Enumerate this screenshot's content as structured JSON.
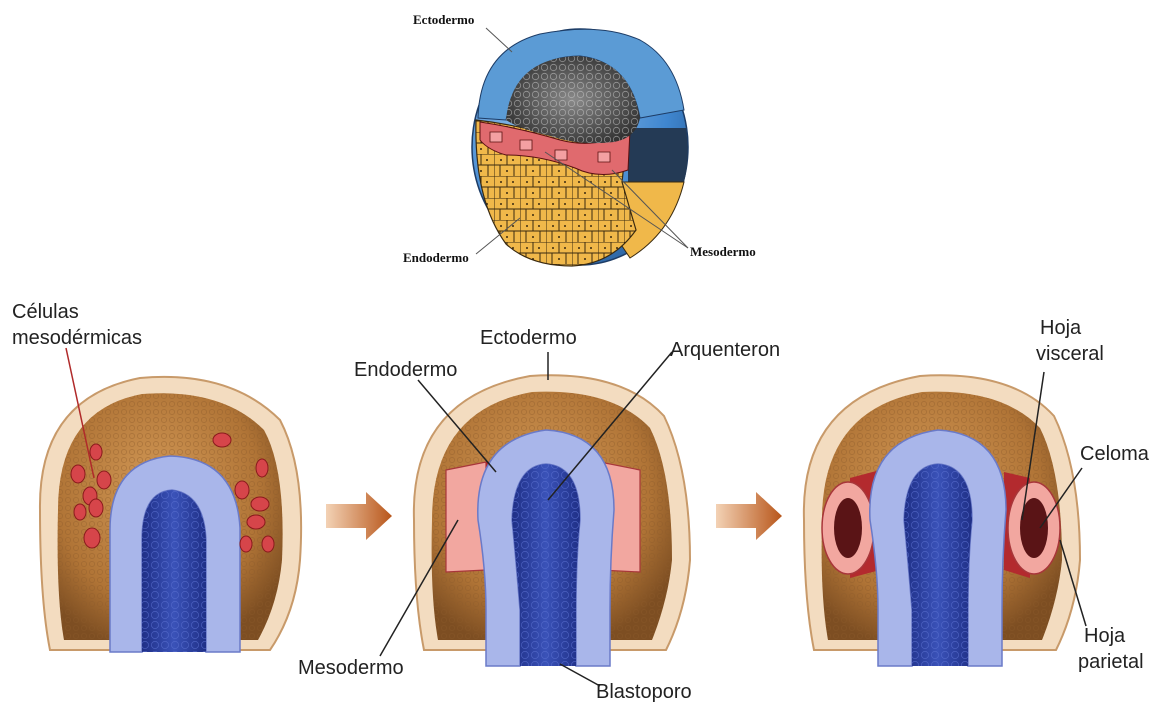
{
  "top_diagram": {
    "labels": {
      "ectodermo": "Ectodermo",
      "endodermo": "Endodermo",
      "mesodermo": "Mesodermo"
    }
  },
  "panel_1": {
    "label_line1": "Células",
    "label_line2": "mesodérmicas"
  },
  "panel_2": {
    "ectodermo": "Ectodermo",
    "endodermo": "Endodermo",
    "arquenteron": "Arquenteron",
    "mesodermo": "Mesodermo",
    "blastoporo": "Blastoporo"
  },
  "panel_3": {
    "hoja_visceral_line1": "Hoja",
    "hoja_visceral_line2": "visceral",
    "celoma": "Celoma",
    "hoja_parietal_line1": "Hoja",
    "hoja_parietal_line2": "parietal"
  },
  "colors": {
    "ectoderm_blue": "#5b9bd5",
    "ectoderm_light": "#f3dcc0",
    "endoderm_yellow": "#f0b84a",
    "mesoderm_red": "#c0282c",
    "mesoderm_pink": "#f2a7a0",
    "blastocoel_brown": "#b57a3e",
    "archenteron_blue": "#2a3fa0",
    "endoderm_lavender": "#a9b6ea",
    "arrow_orange": "#c7651f"
  }
}
